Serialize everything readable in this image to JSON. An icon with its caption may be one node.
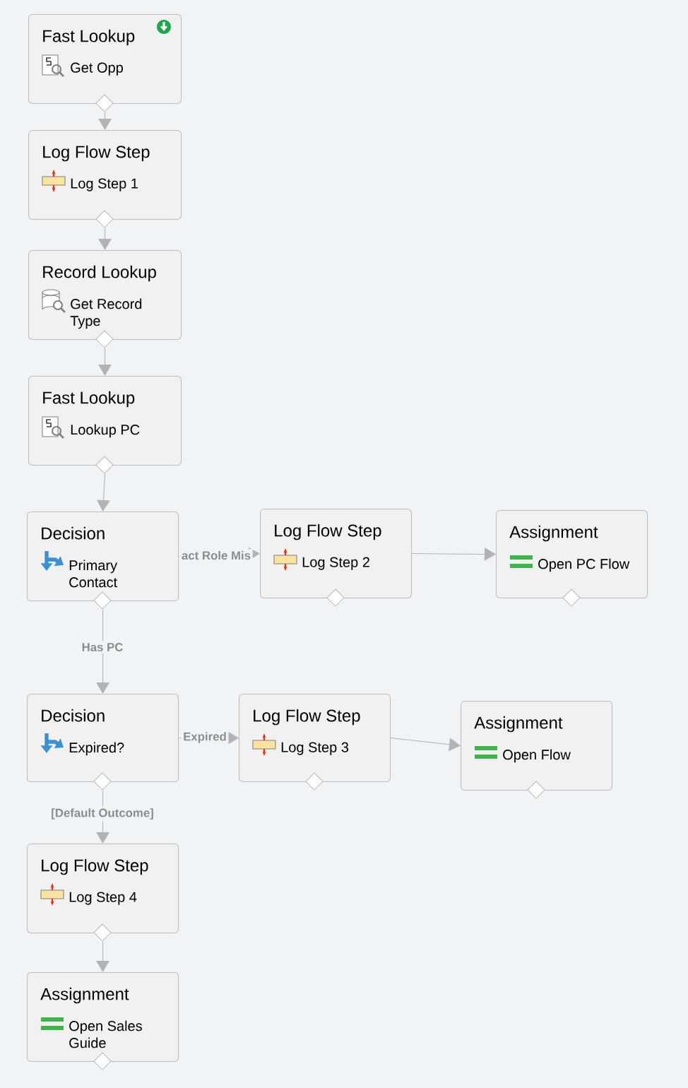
{
  "diagram": {
    "nodes": [
      {
        "text": [
          "Fast Lookup",
          "Get Opp"
        ]
      },
      {
        "text": [
          "Log Flow Step",
          "Log Step 1"
        ]
      },
      {
        "text": [
          "Record Lookup",
          "Get Record Type"
        ]
      },
      {
        "text": [
          "Fast Lookup",
          "Lookup PC"
        ]
      },
      {
        "text": [
          "Decision",
          "Primary Contact"
        ]
      },
      {
        "text": [
          "Log Flow Step",
          "Log Step 2"
        ]
      },
      {
        "text": [
          "Assignment",
          "Open PC Flow"
        ]
      },
      {
        "text": [
          "Decision",
          "Expired?"
        ]
      },
      {
        "text": [
          "Log Flow Step",
          "Log Step 3"
        ]
      },
      {
        "text": [
          "Assignment",
          "Open Flow"
        ]
      },
      {
        "text": [
          "Log Flow Step",
          "Log Step 4"
        ]
      },
      {
        "text": [
          "Assignment",
          "Open Sales Guide"
        ]
      }
    ],
    "edges": [
      {
        "from": 0,
        "to": 1,
        "arrow": "to"
      },
      {
        "from": 1,
        "to": 2,
        "arrow": "to"
      },
      {
        "from": 2,
        "to": 3,
        "arrow": "to"
      },
      {
        "from": 3,
        "to": 4,
        "arrow": "to"
      },
      {
        "from": 4,
        "to": 5,
        "arrow": "to",
        "label": "act Role Mis"
      },
      {
        "from": 5,
        "to": 6,
        "arrow": "to"
      },
      {
        "from": 4,
        "to": 7,
        "arrow": "to",
        "label": "Has PC"
      },
      {
        "from": 7,
        "to": 8,
        "arrow": "to",
        "label": "Expired"
      },
      {
        "from": 8,
        "to": 9,
        "arrow": "to"
      },
      {
        "from": 7,
        "to": 10,
        "arrow": "to",
        "label": "[Default Outcome]"
      },
      {
        "from": 10,
        "to": 11,
        "arrow": "to"
      }
    ]
  }
}
